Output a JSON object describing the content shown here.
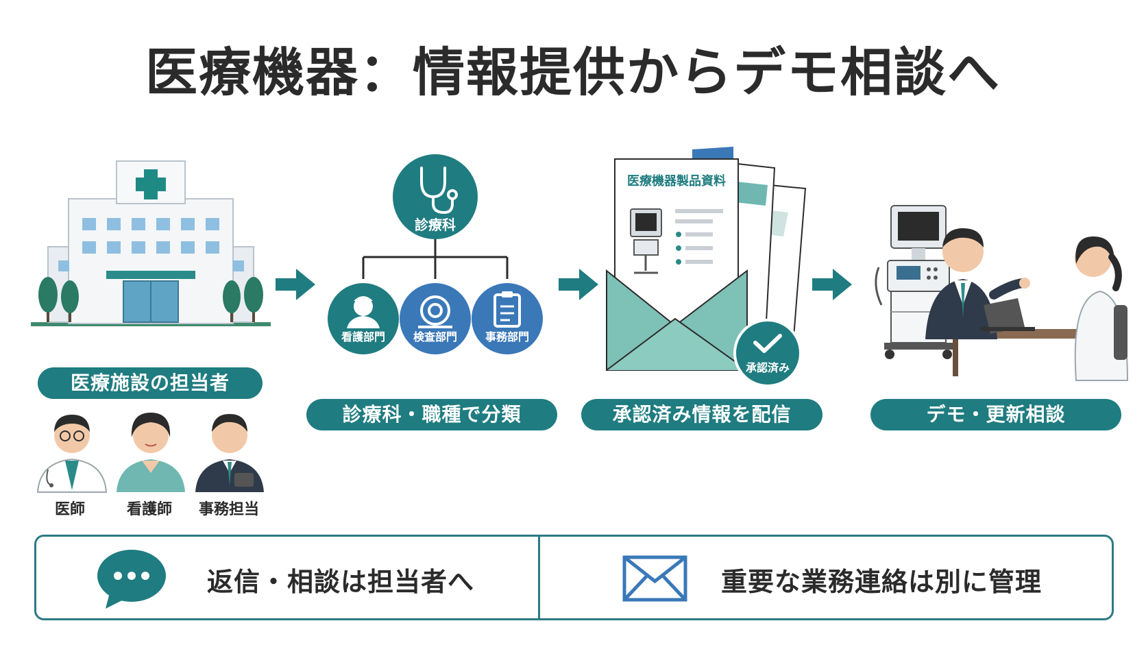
{
  "title": "医療機器：情報提供からデモ相談へ",
  "colors": {
    "teal": "#1f7c80",
    "teal_light": "#6fb7b0",
    "blue": "#3a78b8",
    "dark_text": "#2b2b2b",
    "border": "#2c7a84"
  },
  "steps": [
    {
      "icon": "hospital-icon",
      "label": "医療施設の担当者",
      "people": [
        {
          "icon": "doctor-icon",
          "label": "医師"
        },
        {
          "icon": "nurse-icon",
          "label": "看護師"
        },
        {
          "icon": "office-worker-icon",
          "label": "事務担当"
        }
      ]
    },
    {
      "icon": "org-tree-icon",
      "label": "診療科・職種で分類",
      "root": {
        "icon": "stethoscope-icon",
        "label": "診療科"
      },
      "branches": [
        {
          "icon": "nurse-icon",
          "label": "看護部門"
        },
        {
          "icon": "scanner-icon",
          "label": "検査部門"
        },
        {
          "icon": "clipboard-icon",
          "label": "事務部門"
        }
      ]
    },
    {
      "icon": "document-envelope-icon",
      "label": "承認済み情報を配信",
      "document_title": "医療機器製品資料",
      "badge": "承認済み"
    },
    {
      "icon": "consultation-icon",
      "label": "デモ・更新相談"
    }
  ],
  "bottom": [
    {
      "icon": "chat-bubble-icon",
      "text": "返信・相談は担当者へ"
    },
    {
      "icon": "mail-icon",
      "text": "重要な業務連絡は別に管理"
    }
  ]
}
